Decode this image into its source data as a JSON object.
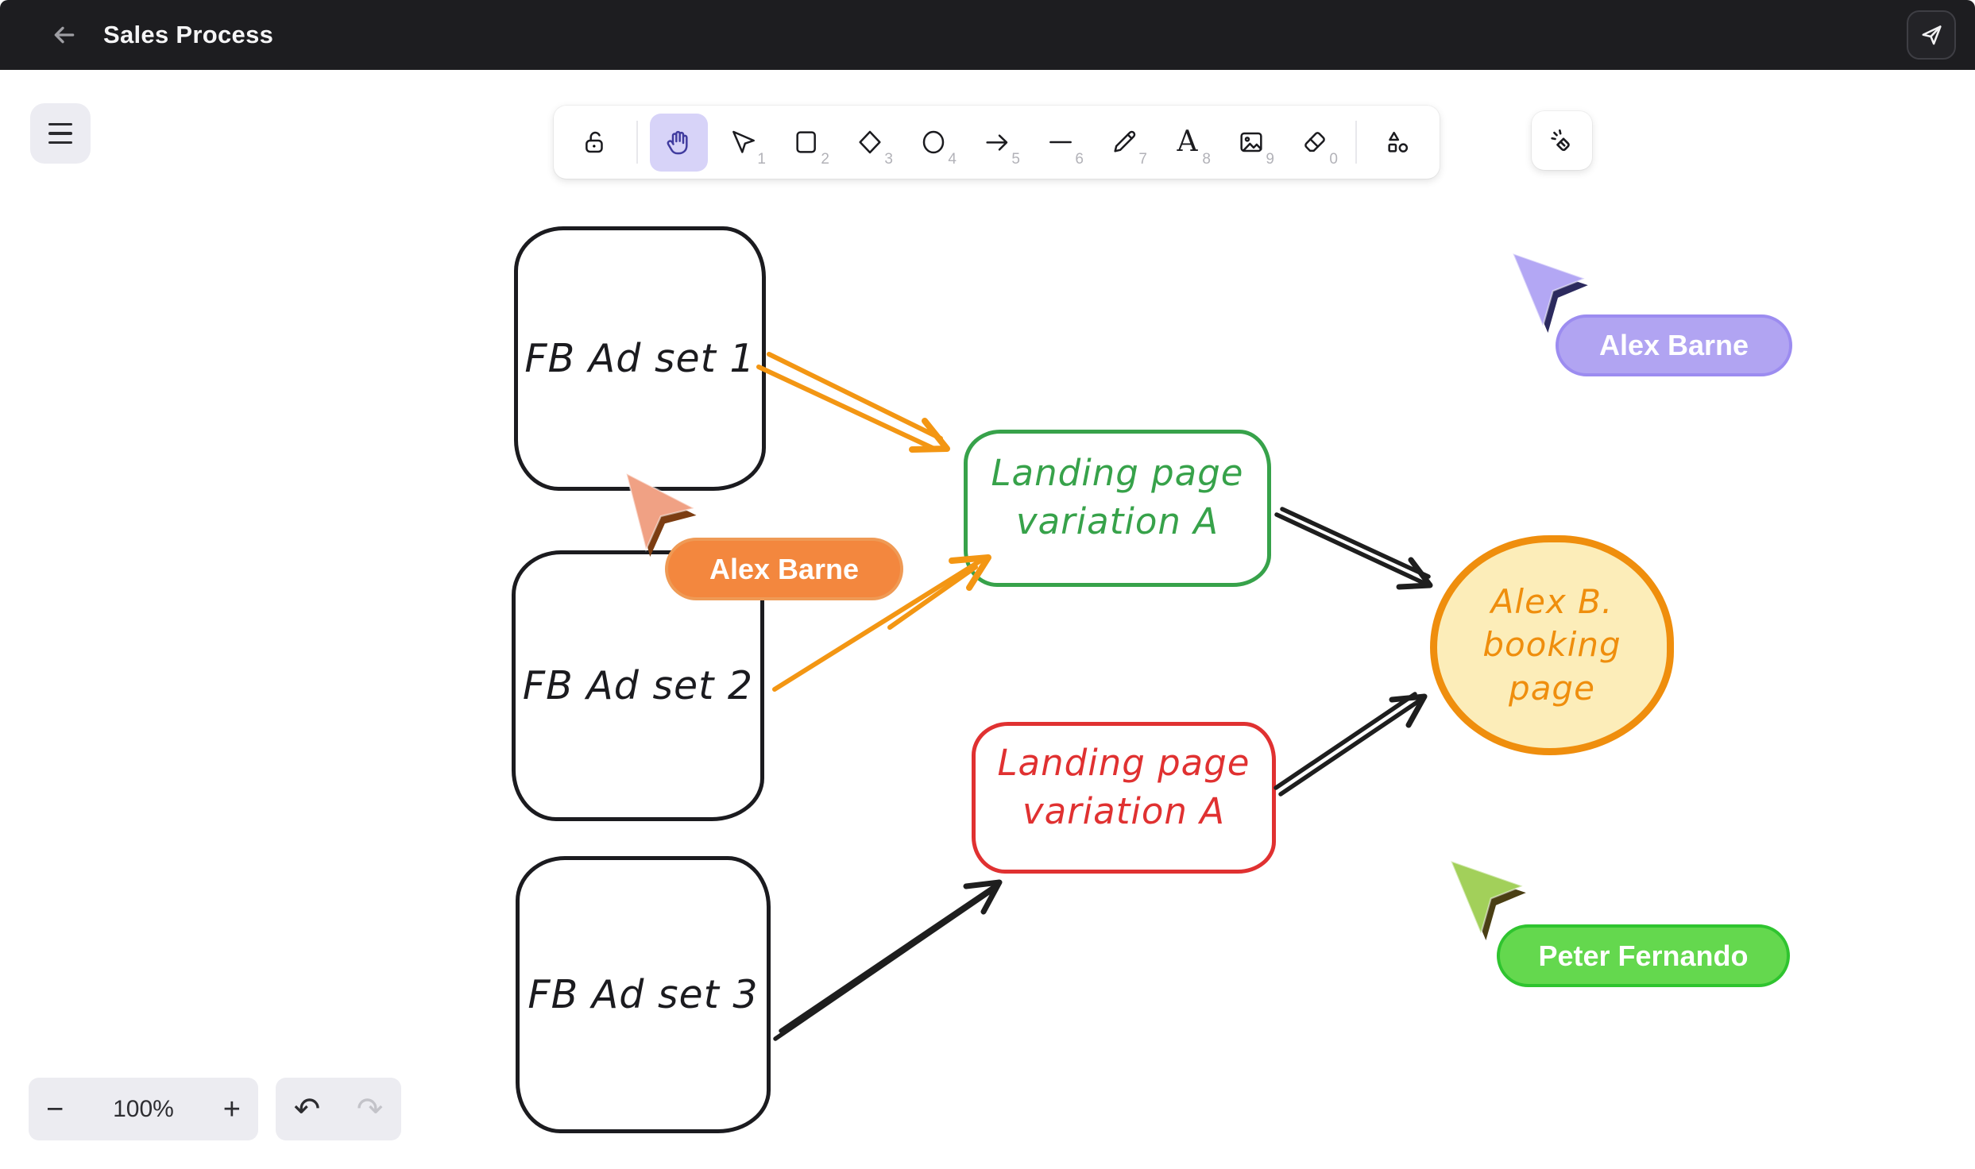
{
  "app": {
    "title": "Sales Process"
  },
  "header": {
    "back_icon": "arrow-left",
    "share_icon": "paper-plane"
  },
  "toolbar": {
    "tools": [
      {
        "id": "lock",
        "icon": "lock-open-icon",
        "shortcut": "",
        "selected": false
      },
      {
        "id": "hand",
        "icon": "hand-icon",
        "shortcut": "",
        "selected": true
      },
      {
        "id": "selection",
        "icon": "cursor-icon",
        "shortcut": "1",
        "selected": false
      },
      {
        "id": "rectangle",
        "icon": "rectangle-icon",
        "shortcut": "2",
        "selected": false
      },
      {
        "id": "diamond",
        "icon": "diamond-icon",
        "shortcut": "3",
        "selected": false
      },
      {
        "id": "ellipse",
        "icon": "ellipse-icon",
        "shortcut": "4",
        "selected": false
      },
      {
        "id": "arrow",
        "icon": "arrow-icon",
        "shortcut": "5",
        "selected": false
      },
      {
        "id": "line",
        "icon": "line-icon",
        "shortcut": "6",
        "selected": false
      },
      {
        "id": "draw",
        "icon": "pencil-icon",
        "shortcut": "7",
        "selected": false
      },
      {
        "id": "text",
        "icon": "text-icon",
        "shortcut": "8",
        "glyph": "A",
        "selected": false
      },
      {
        "id": "image",
        "icon": "image-icon",
        "shortcut": "9",
        "selected": false
      },
      {
        "id": "eraser",
        "icon": "eraser-icon",
        "shortcut": "0",
        "selected": false
      },
      {
        "id": "shapes",
        "icon": "shapes-icon",
        "shortcut": "",
        "selected": false
      }
    ],
    "laser_tool": {
      "id": "laser",
      "icon": "laser-pointer-icon"
    }
  },
  "footer": {
    "zoom_out": "−",
    "zoom_level": "100%",
    "zoom_in": "+",
    "undo_icon": "↶",
    "redo_icon": "↷"
  },
  "canvas": {
    "nodes": [
      {
        "id": "fb-ad-set-1",
        "label": "FB Ad set 1",
        "shape": "rectangle",
        "stroke": "#1b1b1f"
      },
      {
        "id": "fb-ad-set-2",
        "label": "FB Ad set 2",
        "shape": "rectangle",
        "stroke": "#1b1b1f"
      },
      {
        "id": "fb-ad-set-3",
        "label": "FB Ad set 3",
        "shape": "rectangle",
        "stroke": "#1b1b1f"
      },
      {
        "id": "landing-page-variation-a-green",
        "label": "Landing page\nvariation A",
        "shape": "rectangle",
        "stroke": "#37a24a"
      },
      {
        "id": "landing-page-variation-a-red",
        "label": "Landing page\nvariation A",
        "shape": "rectangle",
        "stroke": "#e03131"
      },
      {
        "id": "alex-b-booking-page",
        "label": "Alex B.\nbooking\npage",
        "shape": "ellipse",
        "stroke": "#ef8e0d",
        "fill": "#fcedb9"
      }
    ],
    "edges": [
      {
        "from": "fb-ad-set-1",
        "to": "landing-page-variation-a-green",
        "color": "#f39613"
      },
      {
        "from": "fb-ad-set-2",
        "to": "landing-page-variation-a-green",
        "color": "#f39613"
      },
      {
        "from": "landing-page-variation-a-green",
        "to": "alex-b-booking-page",
        "color": "#1e1e1e"
      },
      {
        "from": "landing-page-variation-a-red",
        "to": "alex-b-booking-page",
        "color": "#1e1e1e"
      },
      {
        "from": "fb-ad-set-3",
        "to": "landing-page-variation-a-red",
        "color": "#1e1e1e"
      }
    ],
    "collaborators": [
      {
        "name": "Alex Barne",
        "color": "#b1a4f2"
      },
      {
        "name": "Alex Barne",
        "color": "#f3873e"
      },
      {
        "name": "Peter Fernando",
        "color": "#64d84e"
      }
    ]
  }
}
